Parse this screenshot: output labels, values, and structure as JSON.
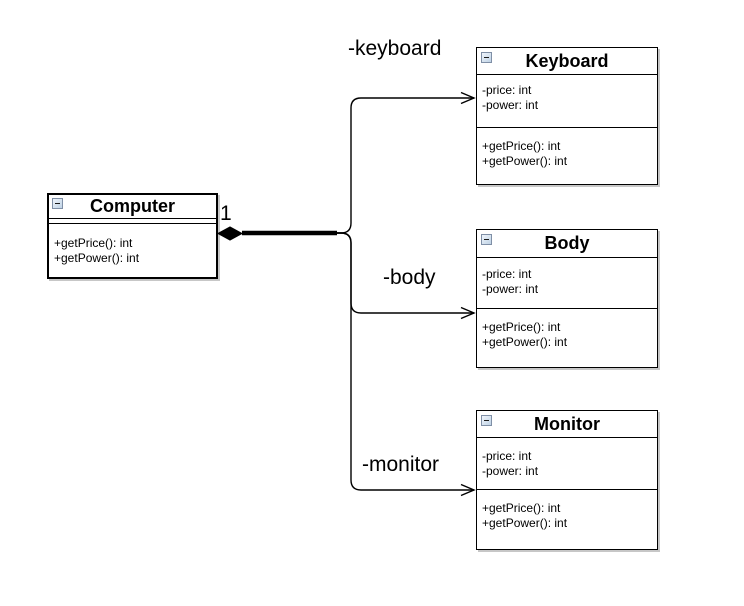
{
  "classes": {
    "computer": {
      "name": "Computer",
      "attributes": [],
      "methods": [
        "+getPrice(): int",
        "+getPower(): int"
      ]
    },
    "keyboard": {
      "name": "Keyboard",
      "attributes": [
        "-price: int",
        "-power: int"
      ],
      "methods": [
        "+getPrice(): int",
        "+getPower(): int"
      ]
    },
    "body": {
      "name": "Body",
      "attributes": [
        "-price: int",
        "-power: int"
      ],
      "methods": [
        "+getPrice(): int",
        "+getPower(): int"
      ]
    },
    "monitor": {
      "name": "Monitor",
      "attributes": [
        "-price: int",
        "-power: int"
      ],
      "methods": [
        "+getPrice(): int",
        "+getPower(): int"
      ]
    }
  },
  "relationship": {
    "type": "composition",
    "source": "Computer",
    "source_multiplicity": "1",
    "targets": [
      {
        "role_label": "-keyboard",
        "target": "Keyboard"
      },
      {
        "role_label": "-body",
        "target": "Body"
      },
      {
        "role_label": "-monitor",
        "target": "Monitor"
      }
    ]
  },
  "icons": {
    "collapse": "minus-icon",
    "diamond": "composition-diamond-icon",
    "arrow": "open-arrowhead-icon"
  },
  "colors": {
    "background": "#ffffff",
    "line": "#000000",
    "box_fill": "#ffffff",
    "box_border": "#000000",
    "shadow": "#c9c9c9",
    "text": "#000000"
  }
}
